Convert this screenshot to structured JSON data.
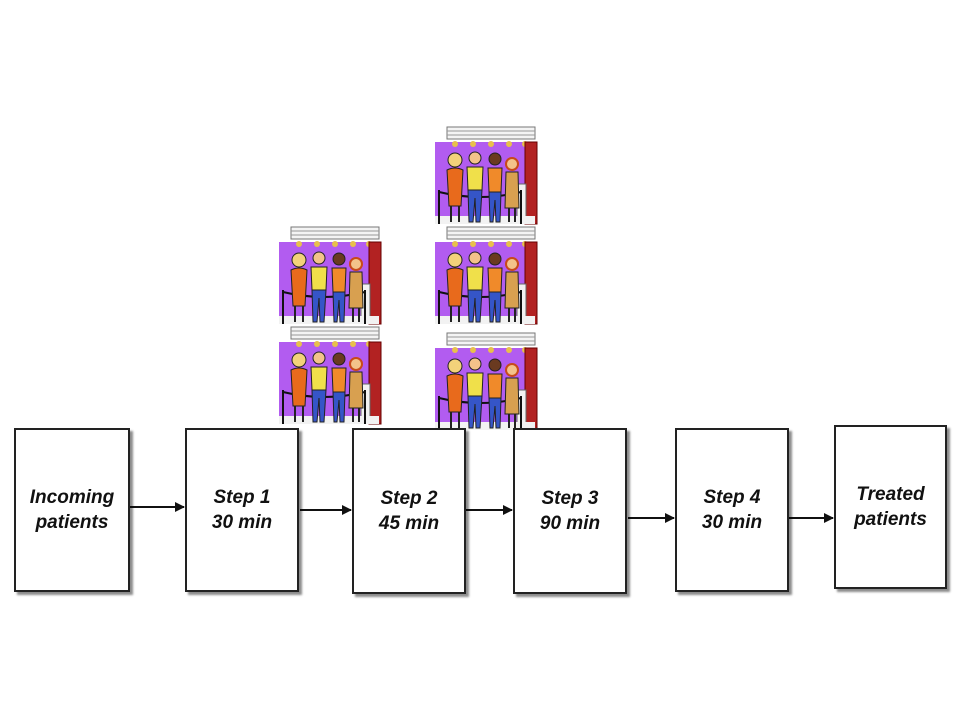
{
  "nodes": [
    {
      "line1": "Incoming",
      "line2": "patients"
    },
    {
      "line1": "Step 1",
      "line2": "30 min"
    },
    {
      "line1": "Step 2",
      "line2": "45 min"
    },
    {
      "line1": "Step 3",
      "line2": "90 min"
    },
    {
      "line1": "Step 4",
      "line2": "30 min"
    },
    {
      "line1": "Treated",
      "line2": "patients"
    }
  ],
  "queues": [
    {
      "step": "Step 2",
      "count": 2
    },
    {
      "step": "Step 3",
      "count": 3
    }
  ],
  "colors": {
    "queue_background": "#b25cf0",
    "curtain": "#b22222",
    "box_border": "#222222",
    "arrow": "#111111"
  }
}
